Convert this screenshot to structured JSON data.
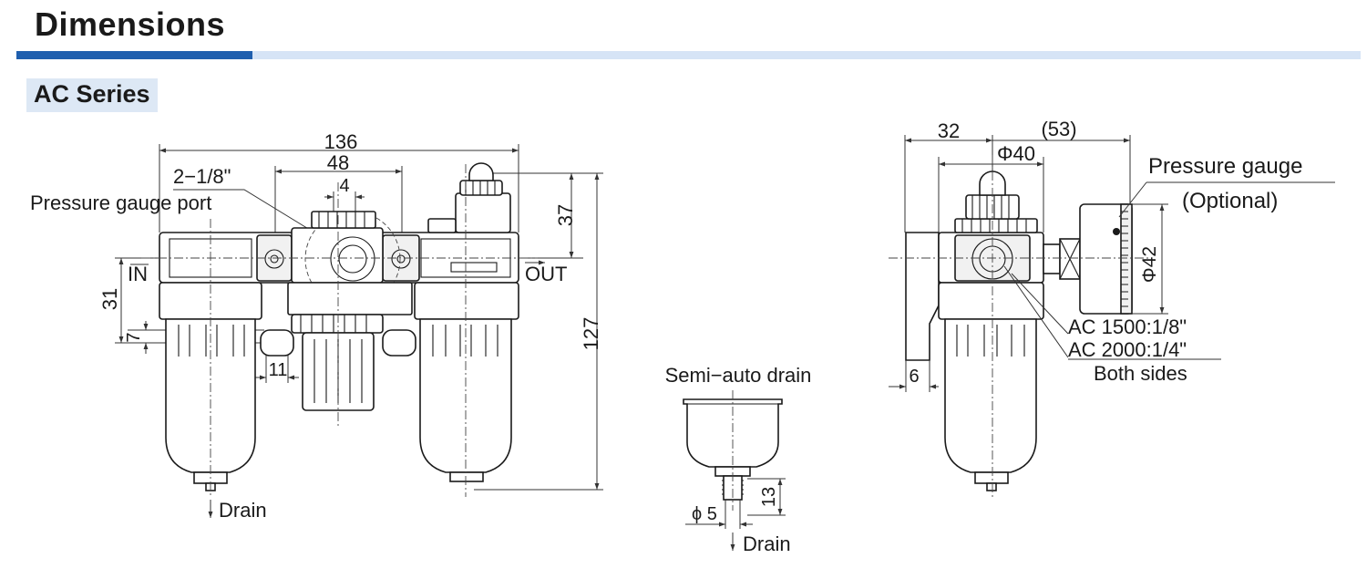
{
  "header": {
    "title": "Dimensions",
    "bar_colors": [
      "#1f5fae",
      "#d6e4f6"
    ]
  },
  "section": {
    "label": "AC Series",
    "label_bg": "#dde8f5"
  },
  "front_view": {
    "dims": {
      "overall_width": "136",
      "gauge_spacing": "48",
      "port_size": "2−1/8\"",
      "port_center": "4",
      "top_height": "37",
      "overall_height": "127",
      "in_height": "31",
      "bracket_height": "7",
      "bracket_width": "11"
    },
    "labels": {
      "pressure_gauge_port": "Pressure gauge port",
      "in": "IN",
      "out": "OUT",
      "drain": "Drain"
    }
  },
  "drain_detail": {
    "title": "Semi−auto drain",
    "dims": {
      "diameter": "ϕ 5",
      "height": "13"
    },
    "drain": "Drain"
  },
  "side_view": {
    "dims": {
      "depth": "32",
      "gauge_offset": "(53)",
      "bowl_diameter": "Φ40",
      "gauge_diameter": "Φ42",
      "bracket_thickness": "6"
    },
    "labels": {
      "pressure_gauge": "Pressure gauge",
      "optional": "(Optional)",
      "ac1500": "AC 1500:1/8\"",
      "ac2000": "AC 2000:1/4\"",
      "both_sides": "Both sides"
    }
  }
}
